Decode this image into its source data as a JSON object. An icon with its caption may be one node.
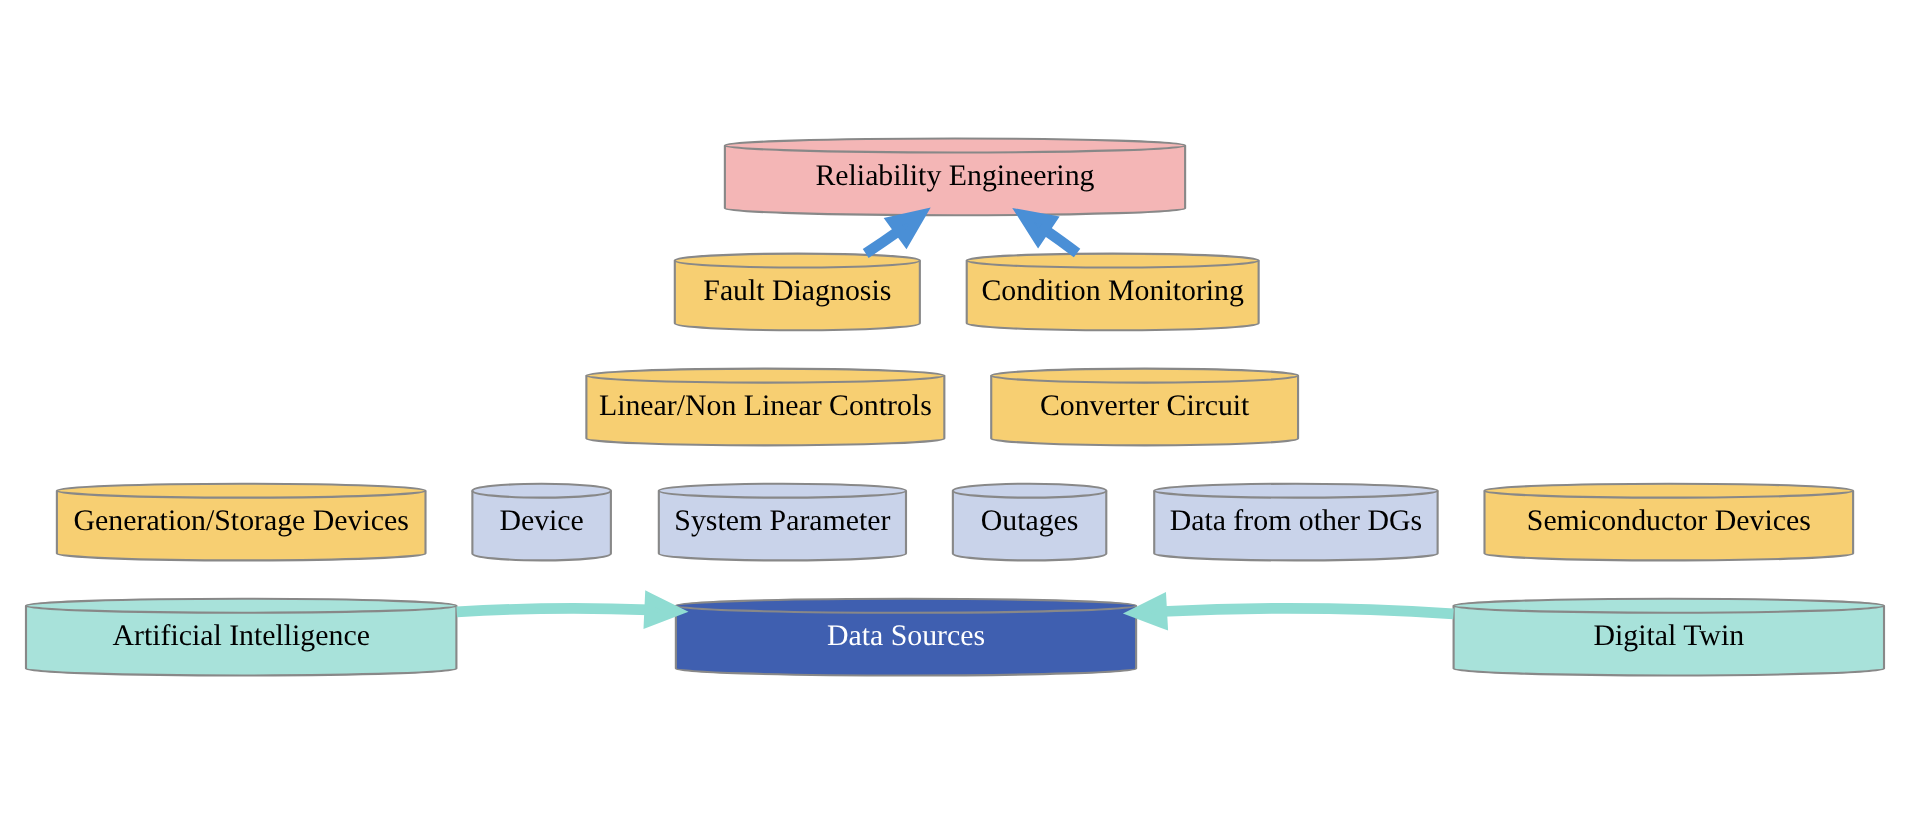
{
  "diagram": {
    "nodes": [
      {
        "text": [
          "Reliability Engineering"
        ]
      },
      {
        "text": [
          "Fault Diagnosis"
        ]
      },
      {
        "text": [
          "Linear/Non Linear Controls"
        ]
      },
      {
        "text": [
          "Generation/Storage Devices"
        ]
      },
      {
        "text": [
          "Artificial Intelligence"
        ]
      },
      {
        "text": [
          "Device"
        ]
      },
      {
        "text": [
          "System Parameter"
        ]
      },
      {
        "text": [
          "Outages"
        ]
      },
      {
        "text": [
          "Data from other DGs"
        ]
      },
      {
        "text": [
          "Data Sources"
        ]
      },
      {
        "text": [
          "Condition Monitoring"
        ]
      },
      {
        "text": [
          "Converter Circuit"
        ]
      },
      {
        "text": [
          "Semiconductor Devices"
        ]
      },
      {
        "text": [
          "Digital Twin"
        ]
      }
    ],
    "edges": [
      {
        "from": 1,
        "to": 0,
        "arrow": "to",
        "color": "#4a8fd6"
      },
      {
        "from": 10,
        "to": 0,
        "arrow": "to",
        "color": "#4a8fd6"
      },
      {
        "from": 4,
        "to": 9,
        "arrow": "to",
        "color": "#8fdcd2"
      },
      {
        "from": 13,
        "to": 9,
        "arrow": "to",
        "color": "#8fdcd2"
      }
    ]
  }
}
